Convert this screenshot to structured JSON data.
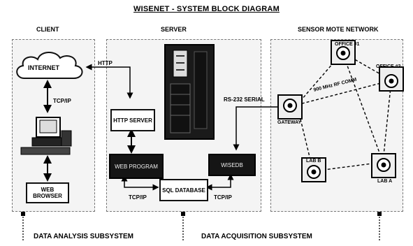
{
  "title": "WISENET - SYSTEM BLOCK DIAGRAM",
  "sections": {
    "client": "CLIENT",
    "server": "SERVER",
    "sensor": "SENSOR MOTE NETWORK"
  },
  "nodes": {
    "internet": "INTERNET",
    "web_browser": "WEB BROWSER",
    "http_server": "HTTP SERVER",
    "web_program": "WEB PROGRAM",
    "wisedb": "WISEDB",
    "sql_database": "SQL DATABASE",
    "gateway": "GATEWAY",
    "office1": "OFFICE #1",
    "office2": "OFFICE #2",
    "lab_b": "LAB B",
    "lab_a": "LAB A"
  },
  "links": {
    "http": "HTTP",
    "tcpip_client": "TCP/IP",
    "rs232": "RS-232 SERIAL",
    "rf": "900 MHz RF COMM",
    "tcpip_left": "TCP/IP",
    "tcpip_right": "TCP/IP"
  },
  "subsystems": {
    "analysis": "DATA ANALYSIS SUBSYSTEM",
    "acquisition": "DATA ACQUISITION SUBSYSTEM"
  }
}
